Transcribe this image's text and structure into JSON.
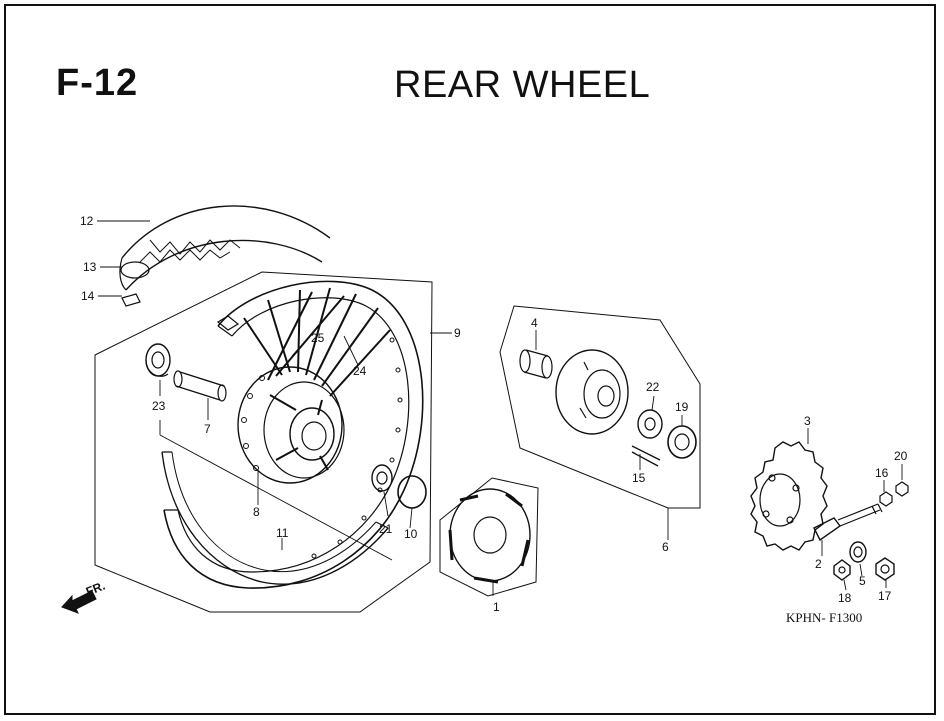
{
  "header": {
    "code": "F-12",
    "title": "REAR WHEEL"
  },
  "footer": {
    "ref_code": "KPHN- F1300"
  },
  "direction": {
    "label": "FR."
  },
  "callouts": [
    "1",
    "2",
    "3",
    "4",
    "5",
    "6",
    "7",
    "8",
    "9",
    "10",
    "11",
    "12",
    "13",
    "14",
    "15",
    "16",
    "17",
    "18",
    "19",
    "20",
    "21",
    "22",
    "23",
    "24",
    "25"
  ],
  "colors": {
    "line": "#111111",
    "background": "#ffffff"
  }
}
